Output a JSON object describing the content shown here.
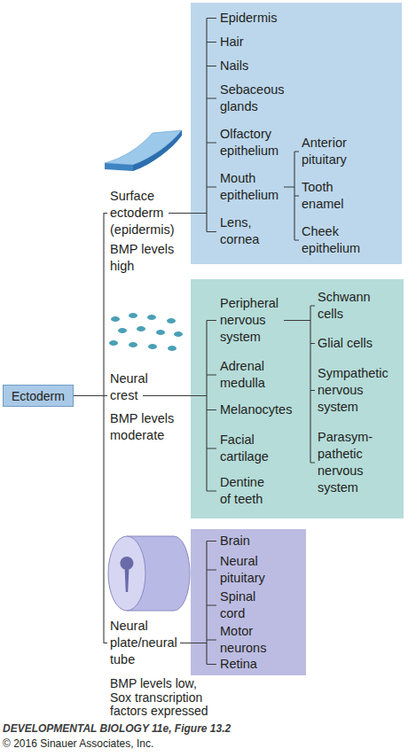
{
  "diagram": {
    "caption": "DEVELOPMENTAL BIOLOGY 11e, Figure 13.2",
    "nodes": [
      {
        "text": [
          "Ectoderm"
        ]
      },
      {
        "text": [
          "Epidermis",
          "Hair",
          "Nails",
          "Sebaceous glands",
          "Olfactory epithelium",
          "Mouth epithelium",
          "Lens, cornea",
          "Anterior pituitary",
          "Tooth enamel",
          "Cheek epithelium"
        ]
      },
      {
        "text": [
          "Peripheral nervous system",
          "Adrenal medulla",
          "Melanocytes",
          "Facial cartilage",
          "Dentine of teeth",
          "Schwann cells",
          "Glial cells",
          "Sympathetic nervous system",
          "Parasym- pathetic nervous system"
        ]
      },
      {
        "text": [
          "Brain",
          "Neural pituitary",
          "Spinal cord",
          "Motor neurons",
          "Retina"
        ]
      }
    ],
    "edges": [
      {
        "from": 0,
        "to": 1,
        "arrow": "none"
      },
      {
        "from": 0,
        "to": 2,
        "arrow": "none"
      },
      {
        "from": 0,
        "to": 3,
        "arrow": "none"
      }
    ],
    "labels": [
      "Surface ectoderm (epidermis)",
      "BMP levels high",
      "Neural crest",
      "BMP levels moderate",
      "Neural plate/neural tube",
      "BMP levels low, Sox transcription factors expressed",
      "© 2016 Sinauer Associates, Inc."
    ]
  }
}
